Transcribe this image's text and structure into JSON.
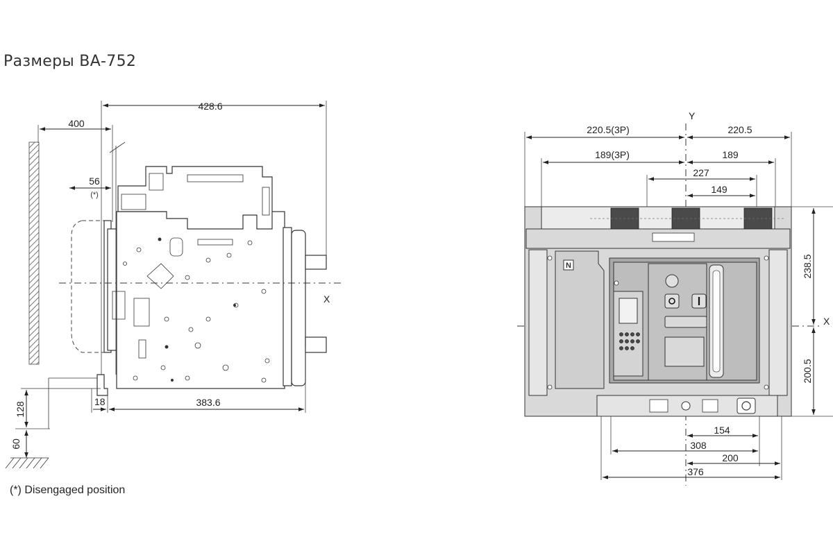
{
  "title": "Размеры ВА-752",
  "footnote": "(*)  Disengaged position",
  "side_view": {
    "dims": {
      "total_depth": "428.6",
      "wall_distance": "400",
      "disengaged_offset": "56",
      "disengaged_mark": "(*)",
      "flange": "18",
      "body_depth": "383.6",
      "base_height": "128",
      "floor_height": "60"
    },
    "axis_label": "X"
  },
  "front_view": {
    "dims": {
      "left_half_3p": "220.5(3P)",
      "right_half": "220.5",
      "left_189_3p": "189(3P)",
      "right_189": "189",
      "span_227": "227",
      "span_149": "149",
      "upper_height": "238.5",
      "lower_height": "200.5",
      "bottom_154": "154",
      "bottom_308": "308",
      "bottom_200": "200",
      "bottom_376": "376"
    },
    "axis_x_label": "X",
    "axis_y_label": "Y",
    "neutral_badge": "N"
  }
}
